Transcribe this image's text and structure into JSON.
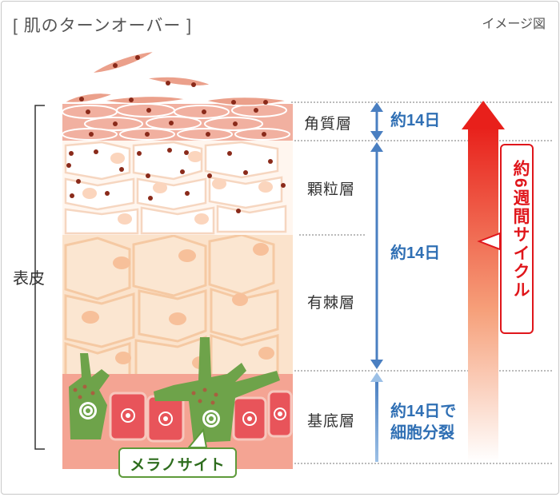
{
  "title": "[ 肌のターンオーバー ]",
  "note": "イメージ図",
  "side_label": "表皮",
  "layers": [
    {
      "name": "角質層"
    },
    {
      "name": "顆粒層"
    },
    {
      "name": "有棘層"
    },
    {
      "name": "基底層"
    }
  ],
  "durations": {
    "corneum": "約14日",
    "middle": "約14日",
    "basal_line1": "約14日で",
    "basal_line2": "細胞分裂"
  },
  "cycle": "約6週間サイクル",
  "melanocyte": "メラノサイト",
  "colors": {
    "arrow_blue": "#4a7fc1",
    "duration_text": "#2f6fb4",
    "cycle_red": "#e0161b",
    "melanocyte_green": "#6ea34a",
    "basal_cell": "#e8545a"
  }
}
